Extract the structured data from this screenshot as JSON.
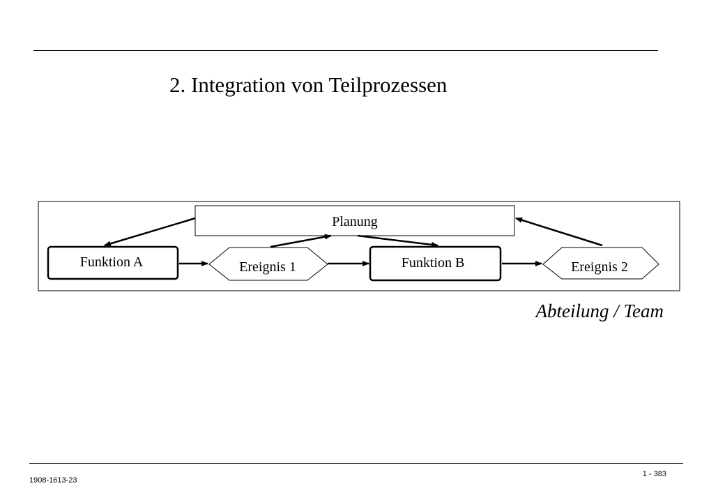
{
  "title": "2. Integration von Teilprozessen",
  "diagram": {
    "planning": "Planung",
    "function_a": "Funktion A",
    "event_1": "Ereignis 1",
    "function_b": "Funktion B",
    "event_2": "Ereignis 2"
  },
  "caption": "Abteilung / Team",
  "footer": {
    "code": "1908-1613-23",
    "page": "1 - 383"
  }
}
